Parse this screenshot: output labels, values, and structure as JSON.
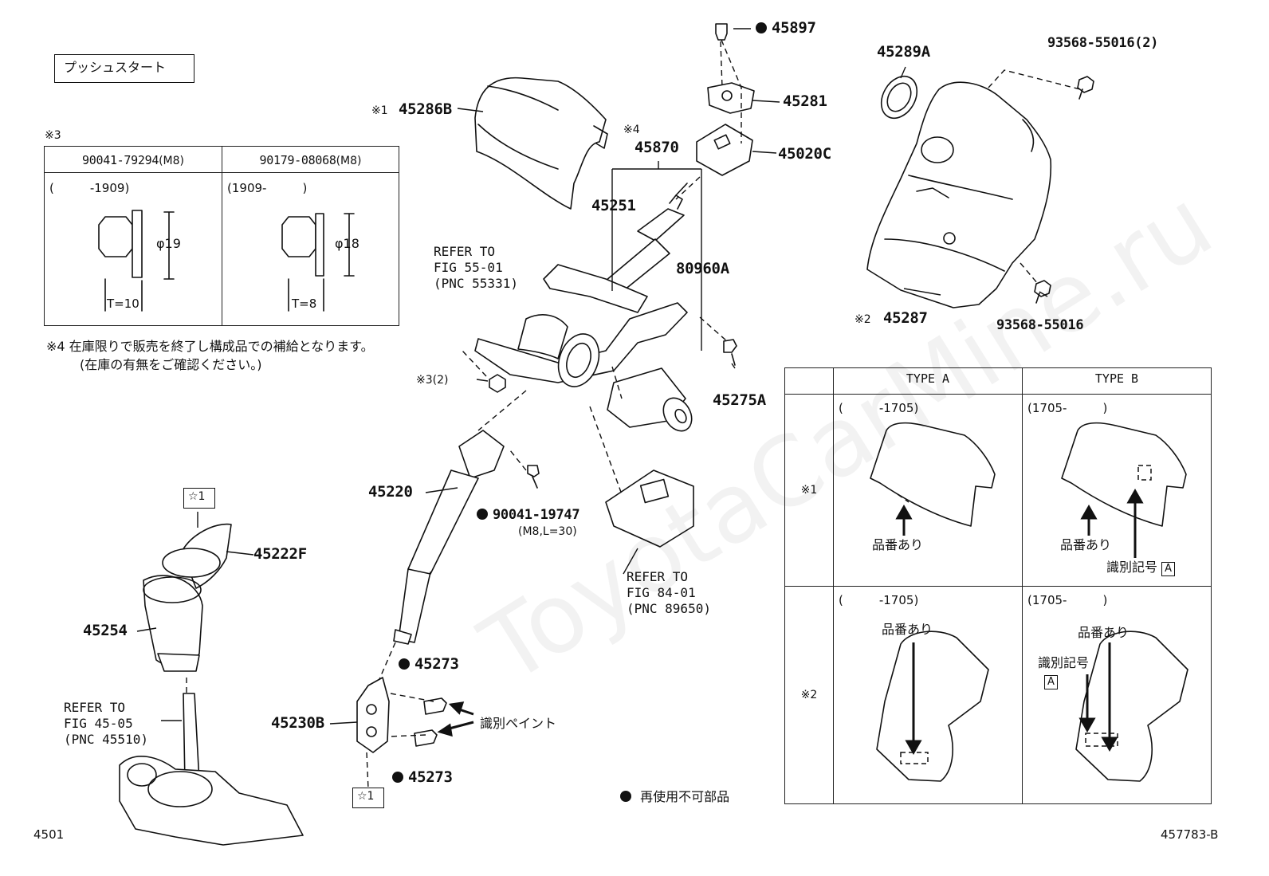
{
  "header_label": "プッシュスタート",
  "mark3": "※3",
  "nut_table": {
    "col1_pn": "90041-79294",
    "col1_spec": "(M8)",
    "col2_pn": "90179-08068",
    "col2_spec": "(M8)",
    "col1_range": "(　　　-1909)",
    "col2_range": "(1909-　　　)",
    "col1_dia": "φ19",
    "col2_dia": "φ18",
    "col1_t": "T=10",
    "col2_t": "T=8"
  },
  "note4_line1": "※4 在庫限りで販売を終了し構成品での補給となります。",
  "note4_line2": "(在庫の有無をご確認ください。)",
  "parts": {
    "p45897": "45897",
    "p45281": "45281",
    "p45020C": "45020C",
    "p45286B": "45286B",
    "p45286B_mark": "※1",
    "p45870": "45870",
    "p45870_mark": "※4",
    "p45251": "45251",
    "p80960A": "80960A",
    "p45275A": "45275A",
    "p45289A": "45289A",
    "p93568_2": "93568-55016(2)",
    "p93568": "93568-55016",
    "p45287": "45287",
    "p45287_mark": "※2",
    "p_nut32": "※3(2)",
    "p45220": "45220",
    "p90041_19747": "90041-19747",
    "p90041_spec": "(M8,L=30)",
    "p45222F": "45222F",
    "p45254": "45254",
    "p45273a": "45273",
    "p45273b": "45273",
    "p45230B": "45230B",
    "star1_top": "☆1",
    "star1_bot": "☆1",
    "paint_label": "識別ペイント"
  },
  "refs": {
    "fig55": "REFER TO\nFIG 55-01\n(PNC 55331)",
    "fig84": "REFER TO\nFIG 84-01\n(PNC 89650)",
    "fig45": "REFER TO\nFIG 45-05\n(PNC 45510)"
  },
  "type_table": {
    "type_a": "TYPE A",
    "type_b": "TYPE B",
    "row1_mark": "※1",
    "row2_mark": "※2",
    "r1a_range": "(　　　-1705)",
    "r1b_range": "(1705-　　　)",
    "r2a_range": "(　　　-1705)",
    "r2b_range": "(1705-　　　)",
    "part_no_label": "品番あり",
    "id_mark_label": "識別記号",
    "id_mark_letter": "A"
  },
  "legend_non_reusable": "再使用不可部品",
  "footer_left": "4501",
  "footer_right": "457783-B"
}
